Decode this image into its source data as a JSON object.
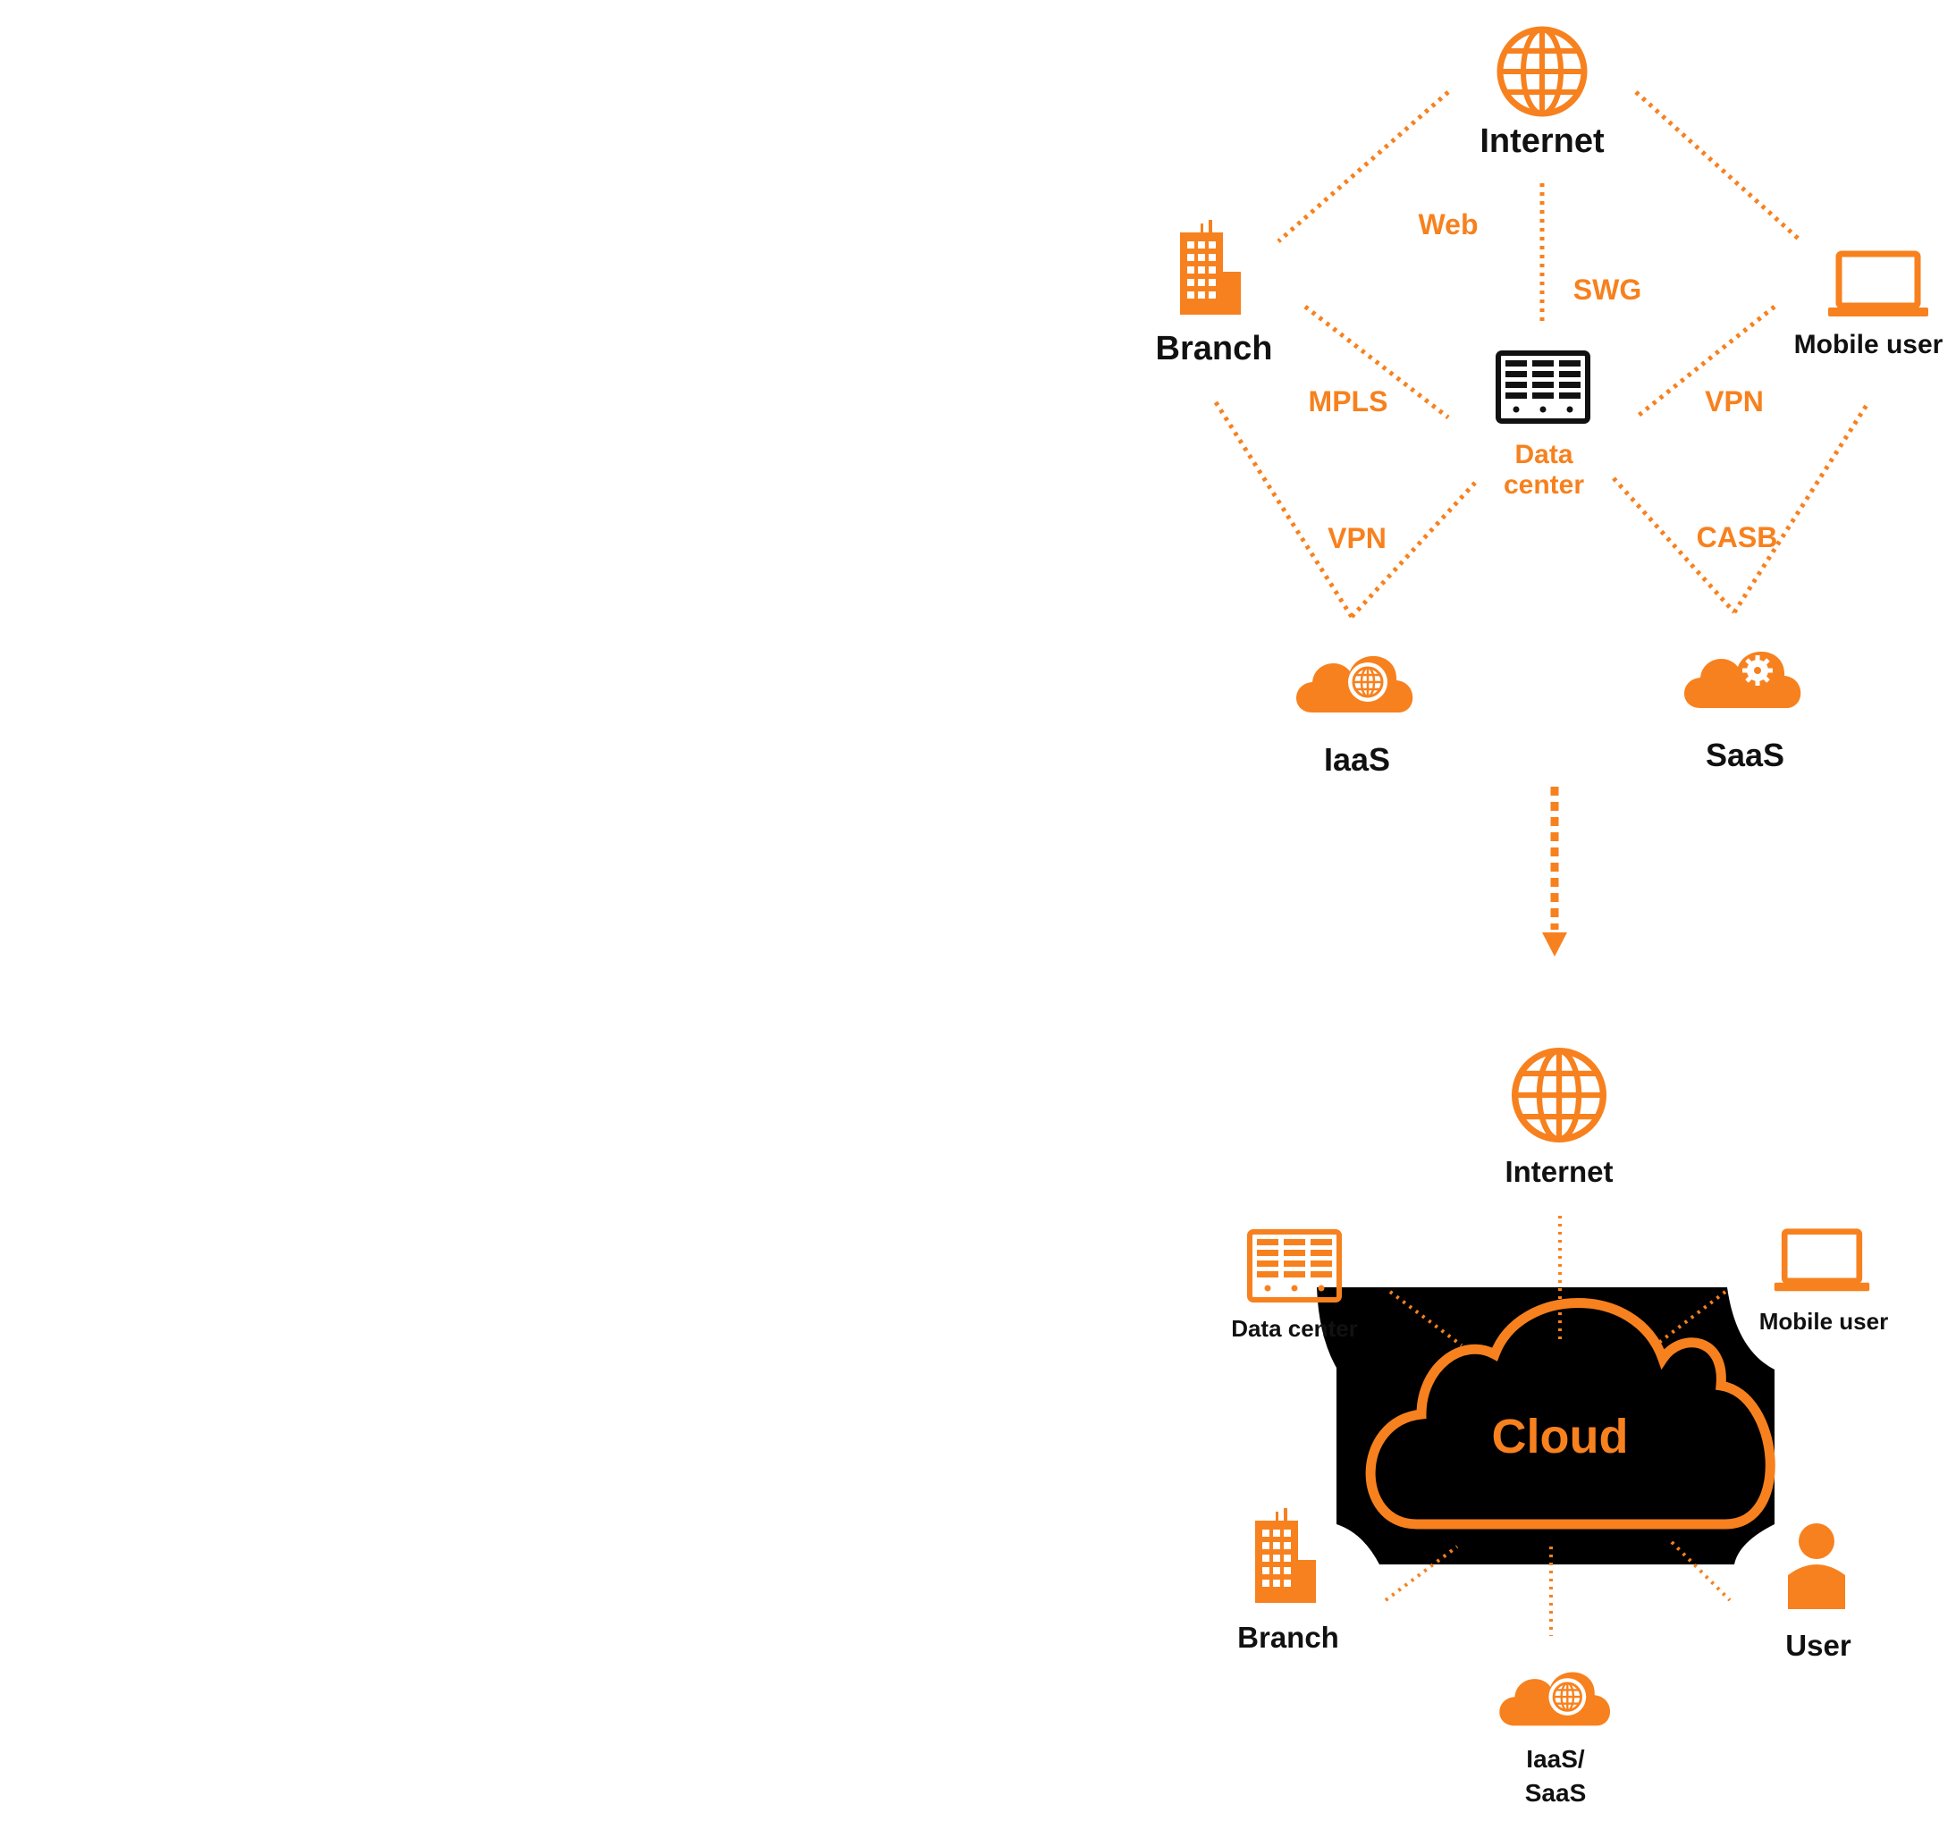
{
  "colors": {
    "accent": "#F7811E",
    "text": "#111111",
    "cloud_bg": "#000000",
    "background": "#FFFFFF"
  },
  "top": {
    "nodes": {
      "internet": "Internet",
      "branch": "Branch",
      "mobile_user": "Mobile user",
      "data_center_line1": "Data",
      "data_center_line2": "center",
      "iaas": "IaaS",
      "saas": "SaaS"
    },
    "links": {
      "web": "Web",
      "swg": "SWG",
      "mpls": "MPLS",
      "vpn_right": "VPN",
      "vpn_left": "VPN",
      "casb": "CASB"
    }
  },
  "bottom": {
    "cloud": "Cloud",
    "nodes": {
      "internet": "Internet",
      "data_center": "Data center",
      "mobile_user": "Mobile user",
      "branch": "Branch",
      "user": "User",
      "iaas_saas_line1": "IaaS/",
      "iaas_saas_line2": "SaaS"
    }
  },
  "icons": [
    "globe-icon",
    "building-icon",
    "laptop-icon",
    "server-rack-icon",
    "cloud-globe-icon",
    "cloud-gear-icon",
    "user-icon",
    "arrow-down-icon"
  ]
}
